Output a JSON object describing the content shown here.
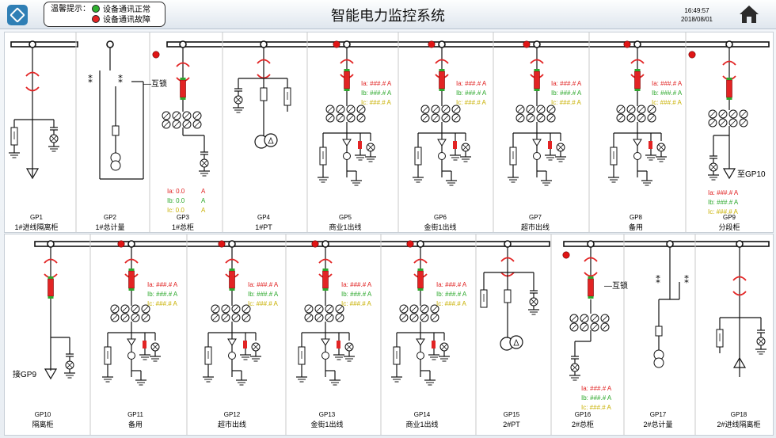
{
  "header": {
    "title": "智能电力监控系统",
    "time": "16:49:57",
    "date": "2018/08/01",
    "legend": {
      "title": "温馨提示：",
      "normal_label": "设备通讯正常",
      "fault_label": "设备通讯故障",
      "normal_color": "#2fb12f",
      "fault_color": "#e32323"
    },
    "home_icon": "home-icon",
    "logo_icon": "app-logo-icon"
  },
  "colors": {
    "breaker_red": "#e22424",
    "breaker_green": "#2ea62e",
    "ia": "#e02020",
    "ib": "#2aa72a",
    "ic": "#c8b000",
    "status_dot": "#e01515"
  },
  "interlock_label": "互锁",
  "to_gp10_label": "至GP10",
  "from_gp9_label": "接GP9",
  "current_template": {
    "ia": "Ia: ###.# A",
    "ib": "Ib: ###.# A",
    "ic": "Ic: ###.# A"
  },
  "gp3_current": {
    "ia": "Ia: 0.0",
    "ib": "Ib: 0.0",
    "ic": "Ic: 0.0",
    "unit": "A"
  },
  "cabinets_top": [
    {
      "code": "GP1",
      "name": "1#进线隔离柜",
      "type": "isolation"
    },
    {
      "code": "GP2",
      "name": "1#总计量",
      "type": "metering"
    },
    {
      "code": "GP3",
      "name": "1#总柜",
      "type": "main"
    },
    {
      "code": "GP4",
      "name": "1#PT",
      "type": "pt"
    },
    {
      "code": "GP5",
      "name": "商业1出线",
      "type": "feeder"
    },
    {
      "code": "GP6",
      "name": "金街1出线",
      "type": "feeder"
    },
    {
      "code": "GP7",
      "name": "超市出线",
      "type": "feeder"
    },
    {
      "code": "GP8",
      "name": "备用",
      "type": "feeder"
    },
    {
      "code": "GP9",
      "name": "分段柜",
      "type": "section"
    }
  ],
  "cabinets_bottom": [
    {
      "code": "GP10",
      "name": "隔离柜",
      "type": "isolation"
    },
    {
      "code": "GP11",
      "name": "备用",
      "type": "feeder"
    },
    {
      "code": "GP12",
      "name": "超市出线",
      "type": "feeder"
    },
    {
      "code": "GP13",
      "name": "金街1出线",
      "type": "feeder"
    },
    {
      "code": "GP14",
      "name": "商业1出线",
      "type": "feeder"
    },
    {
      "code": "GP15",
      "name": "2#PT",
      "type": "pt"
    },
    {
      "code": "GP16",
      "name": "2#总柜",
      "type": "main"
    },
    {
      "code": "GP17",
      "name": "2#总计量",
      "type": "metering"
    },
    {
      "code": "GP18",
      "name": "2#进线隔离柜",
      "type": "isolation"
    }
  ]
}
